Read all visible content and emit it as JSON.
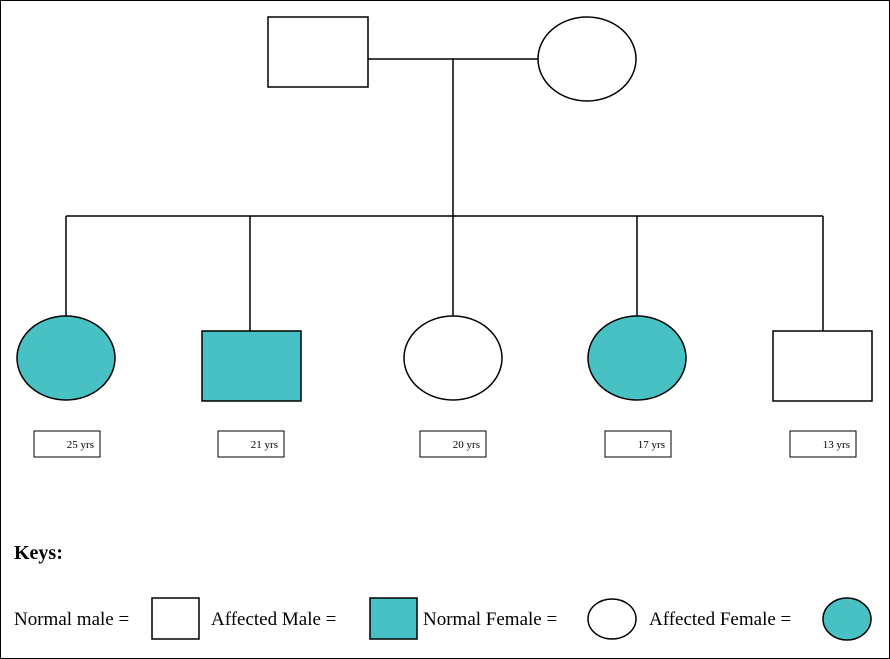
{
  "colors": {
    "affected": "#48c1c4",
    "normal": "#ffffff",
    "stroke": "#000000"
  },
  "parents": [
    {
      "role": "father",
      "sex": "male",
      "affected": false
    },
    {
      "role": "mother",
      "sex": "female",
      "affected": false
    }
  ],
  "children": [
    {
      "sex": "female",
      "affected": true,
      "age": "25 yrs"
    },
    {
      "sex": "male",
      "affected": true,
      "age": "21 yrs"
    },
    {
      "sex": "female",
      "affected": false,
      "age": "20 yrs"
    },
    {
      "sex": "female",
      "affected": true,
      "age": "17 yrs"
    },
    {
      "sex": "male",
      "affected": false,
      "age": "13 yrs"
    }
  ],
  "keys": {
    "title": "Keys:",
    "items": [
      {
        "label": "Normal male =",
        "sex": "male",
        "affected": false
      },
      {
        "label": "Affected Male =",
        "sex": "male",
        "affected": true
      },
      {
        "label": "Normal Female =",
        "sex": "female",
        "affected": false
      },
      {
        "label": "Affected Female =",
        "sex": "female",
        "affected": true
      }
    ]
  }
}
